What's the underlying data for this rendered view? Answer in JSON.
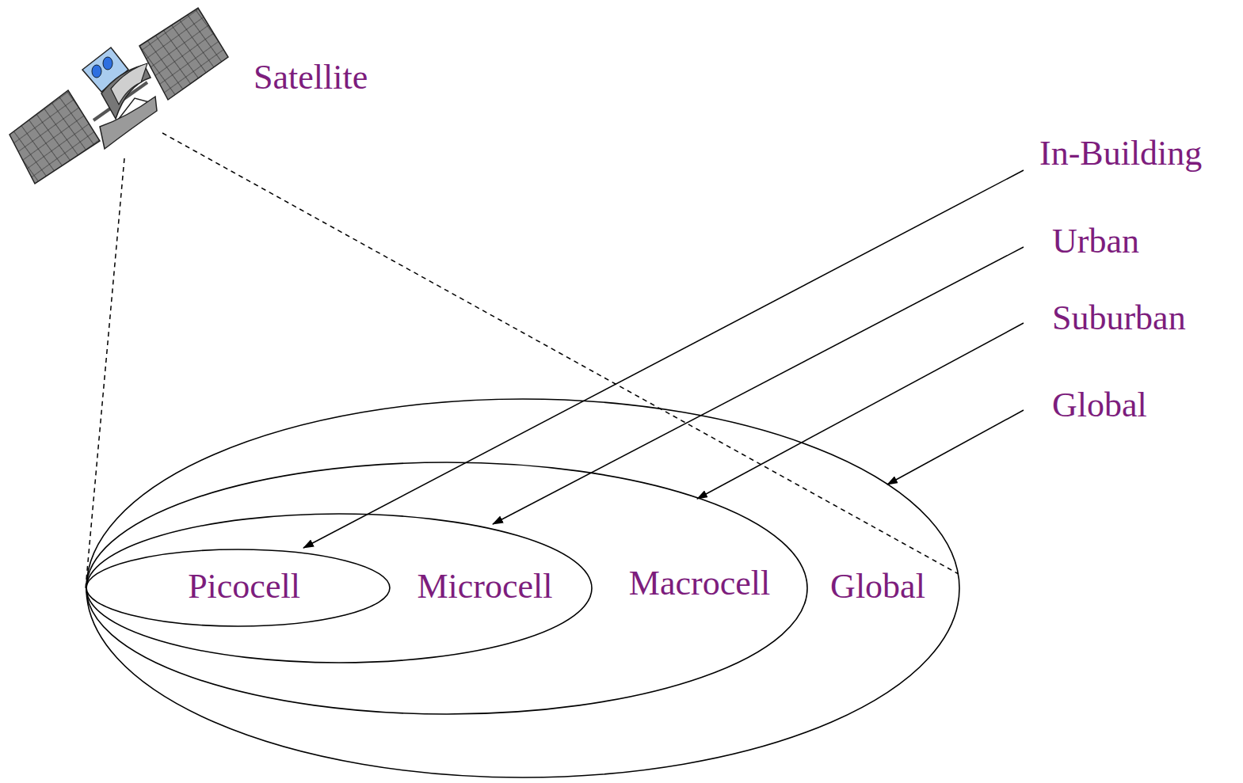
{
  "diagram": {
    "nodes": [
      {
        "text": [
          "Global"
        ]
      },
      {
        "text": [
          "Macrocell"
        ],
        "in": 0
      },
      {
        "text": [
          "Microcell"
        ],
        "in": 1
      },
      {
        "text": [
          "Picocell"
        ],
        "in": 2
      }
    ],
    "labels": [
      "Satellite",
      "In-Building",
      "Urban",
      "Suburban",
      "Global"
    ]
  }
}
